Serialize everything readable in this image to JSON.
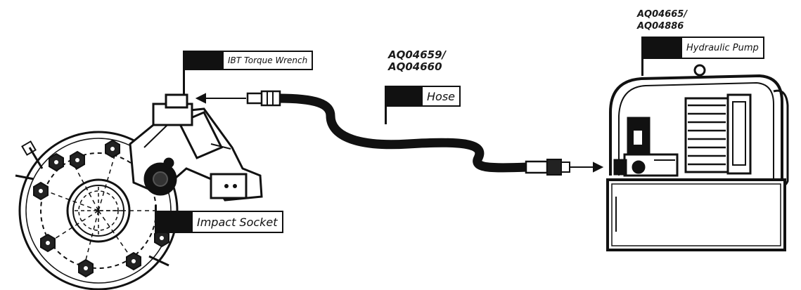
{
  "labels": {
    "wrench": "IBT Torque Wrench",
    "hose": "Hose",
    "pump": "Hydraulic Pump",
    "socket": "Impact Socket"
  },
  "codes": {
    "hose_line1": "AQ04659/",
    "hose_line2": "AQ04660",
    "pump_line1": "AQ04665/",
    "pump_line2": "AQ04886"
  }
}
